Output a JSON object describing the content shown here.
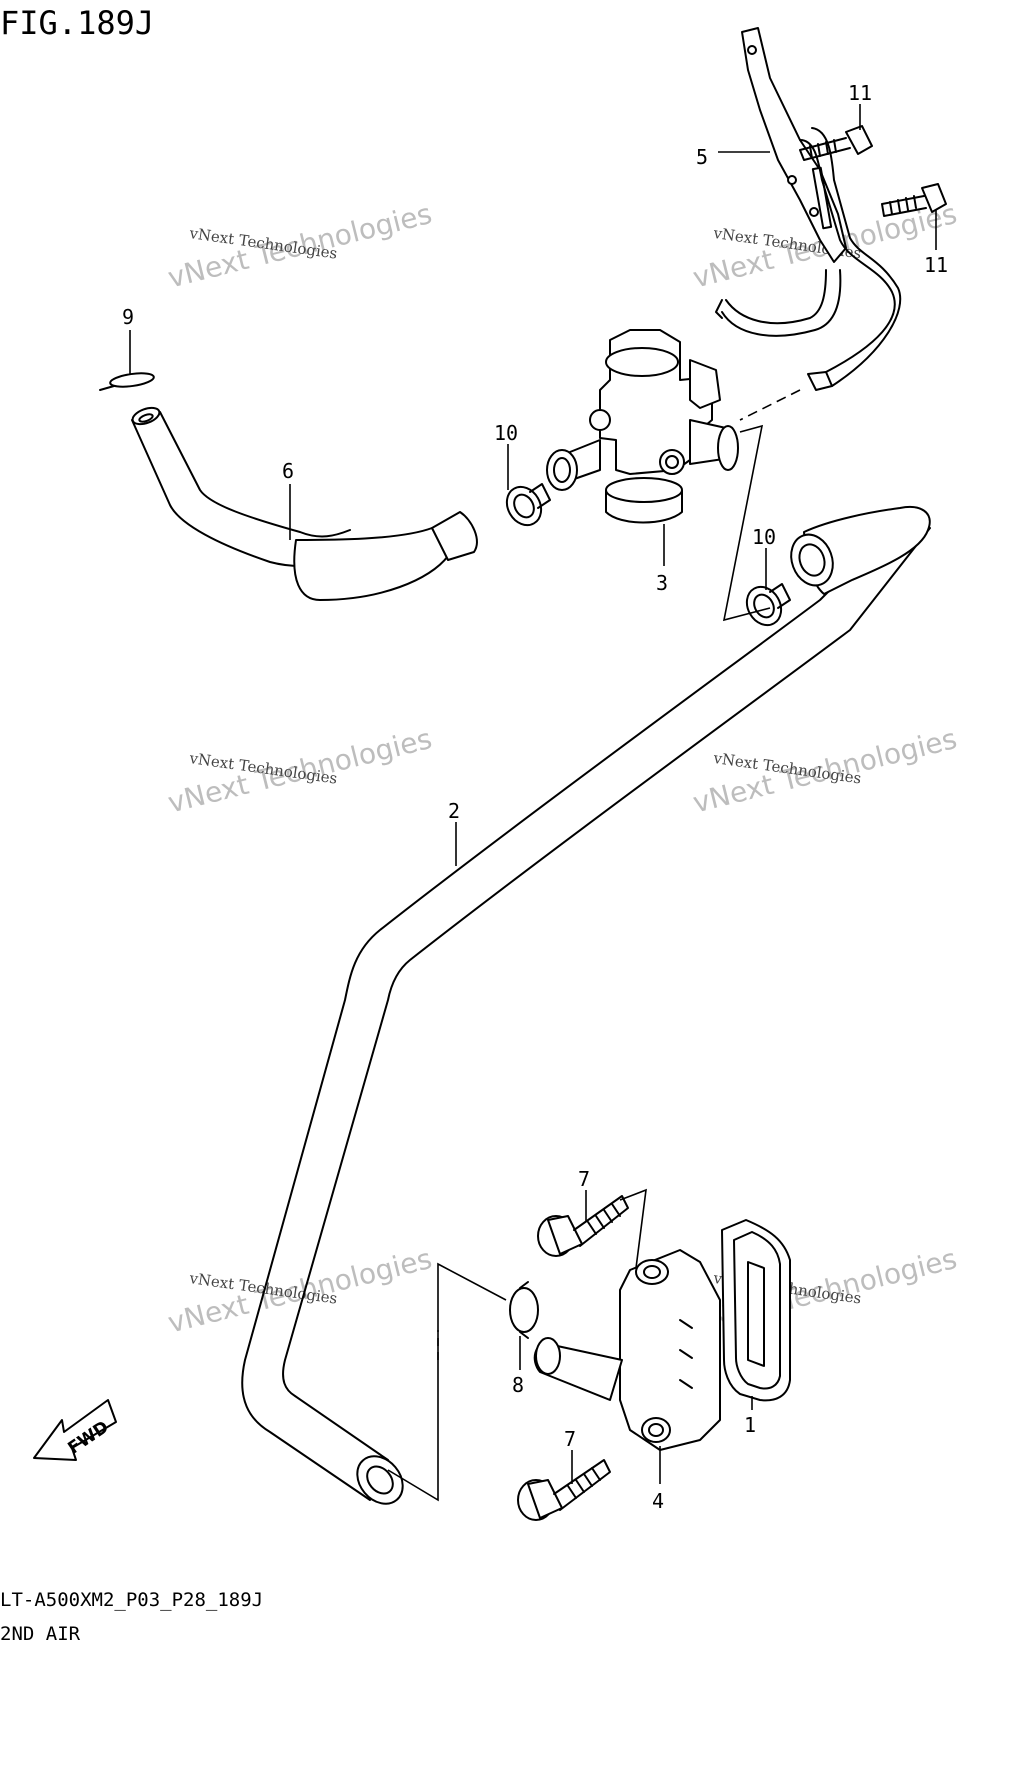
{
  "figure": {
    "title": "FIG.189J",
    "code": "LT-A500XM2_P03_P28_189J",
    "name": "2ND AIR"
  },
  "callouts": [
    "1",
    "2",
    "3",
    "4",
    "5",
    "6",
    "7",
    "7",
    "8",
    "9",
    "10",
    "10",
    "11",
    "11"
  ],
  "watermark": {
    "line": "vNext Technologies",
    "big": "vNext Technologies"
  },
  "fwd_label": "FWD"
}
